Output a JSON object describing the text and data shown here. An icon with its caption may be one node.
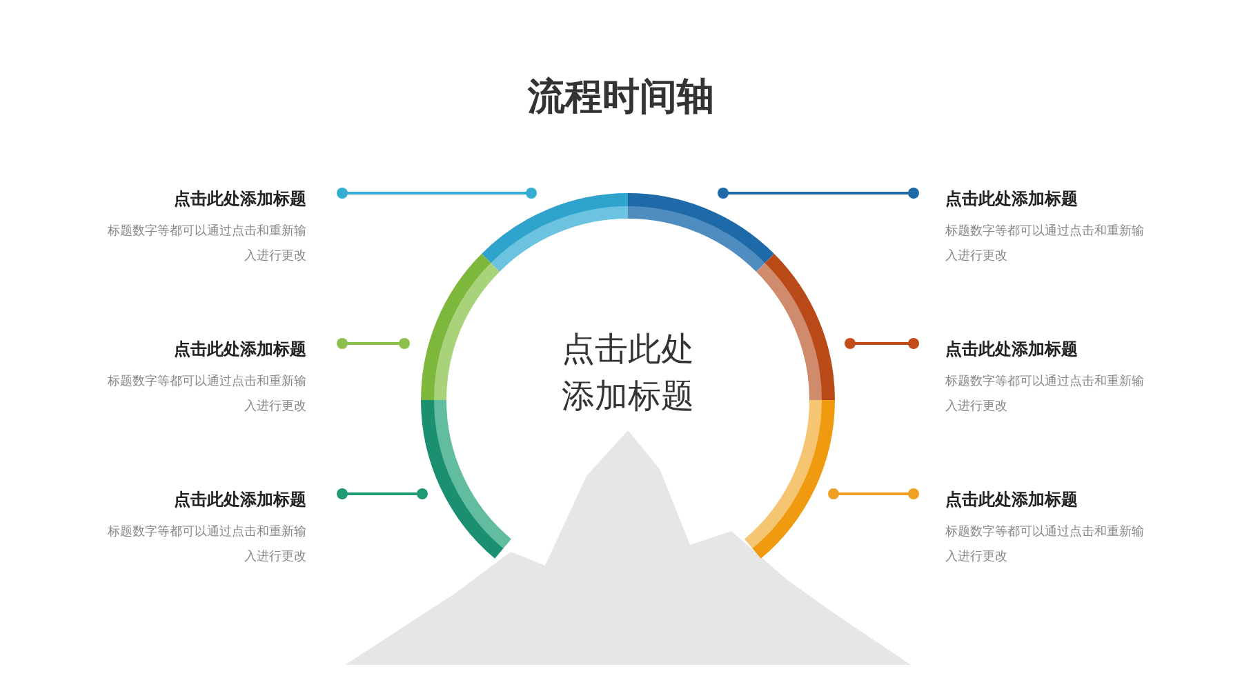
{
  "diagram": {
    "title": "流程时间轴",
    "nodes": [
      {
        "text": [
          "点击此处添加标题",
          "标题数字等都可以通过点击和重新输入进行更改"
        ]
      },
      {
        "text": [
          "点击此处添加标题",
          "标题数字等都可以通过点击和重新输入进行更改"
        ]
      },
      {
        "text": [
          "点击此处添加标题",
          "标题数字等都可以通过点击和重新输入进行更改"
        ]
      },
      {
        "text": [
          "点击此处添加标题",
          "标题数字等都可以通过点击和重新输入进行更改"
        ]
      },
      {
        "text": [
          "点击此处添加标题",
          "标题数字等都可以通过点击和重新输入进行更改"
        ]
      },
      {
        "text": [
          "点击此处添加标题",
          "标题数字等都可以通过点击和重新输入进行更改"
        ]
      },
      {
        "text": [],
        "shape": "arc"
      },
      {
        "text": [],
        "shape": "arc"
      },
      {
        "text": [],
        "shape": "arc"
      },
      {
        "text": [],
        "shape": "arc"
      },
      {
        "text": [],
        "shape": "arc"
      },
      {
        "text": [],
        "shape": "arc"
      }
    ],
    "edges": [
      {
        "from": 0,
        "to": 6,
        "arrow": "other",
        "color": "#35acd2"
      },
      {
        "from": 1,
        "to": 7,
        "arrow": "other",
        "color": "#1e6aa8"
      },
      {
        "from": 2,
        "to": 8,
        "arrow": "other",
        "color": "#8cc04a"
      },
      {
        "from": 3,
        "to": 9,
        "arrow": "other",
        "color": "#c24d1a"
      },
      {
        "from": 4,
        "to": 10,
        "arrow": "other",
        "color": "#1f9a74"
      },
      {
        "from": 5,
        "to": 11,
        "arrow": "other",
        "color": "#f0a022"
      }
    ],
    "labels": [
      "点击此处添加标题"
    ]
  }
}
